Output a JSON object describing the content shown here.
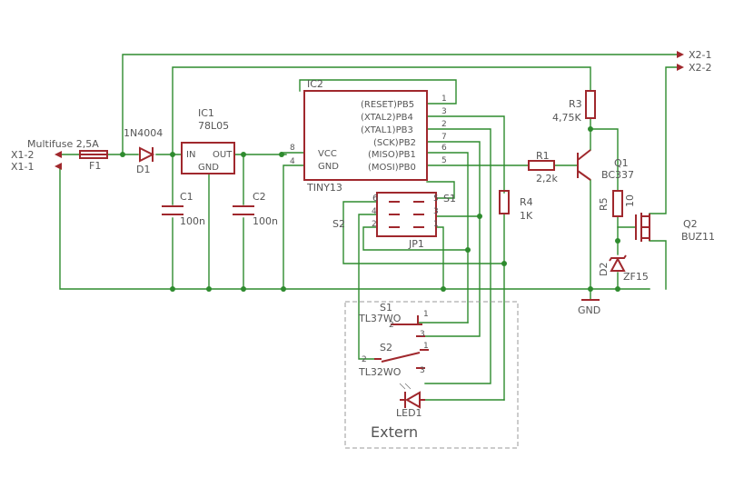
{
  "connectors": {
    "x2_1": "X2-1",
    "x2_2": "X2-2",
    "x1_2": "X1-2",
    "x1_1": "X1-1"
  },
  "fuse": {
    "value": "Multifuse 2,5A",
    "name": "F1"
  },
  "diode": {
    "value": "1N4004",
    "name": "D1"
  },
  "regulator": {
    "name": "IC1",
    "value": "78L05",
    "pin_in": "IN",
    "pin_out": "OUT",
    "pin_gnd": "GND"
  },
  "c1": {
    "name": "C1",
    "value": "100n"
  },
  "c2": {
    "name": "C2",
    "value": "100n"
  },
  "mcu": {
    "name": "IC2",
    "value": "TINY13",
    "pin_vcc": "VCC",
    "pin_gnd": "GND",
    "pin_vcc_num": "8",
    "pin_gnd_num": "4",
    "pins": [
      {
        "label": "(RESET)PB5",
        "num": "1"
      },
      {
        "label": "(XTAL2)PB4",
        "num": "3"
      },
      {
        "label": "(XTAL1)PB3",
        "num": "2"
      },
      {
        "label": "(SCK)PB2",
        "num": "7"
      },
      {
        "label": "(MISO)PB1",
        "num": "6"
      },
      {
        "label": "(MOSI)PB0",
        "num": "5"
      }
    ]
  },
  "jumper": {
    "name": "JP1",
    "pins_left": [
      "6",
      "4",
      "2"
    ],
    "pins_right": [
      "5",
      "3",
      "1"
    ]
  },
  "s1_label": "S1",
  "s2_label": "S2",
  "r1": {
    "name": "R1",
    "value": "2,2k"
  },
  "r3": {
    "name": "R3",
    "value": "4,75K"
  },
  "r4": {
    "name": "R4",
    "value": "1K"
  },
  "r5": {
    "name": "R5",
    "value": "10"
  },
  "q1": {
    "name": "Q1",
    "value": "BC337"
  },
  "q2": {
    "name": "Q2",
    "value": "BUZ11"
  },
  "d2": {
    "name": "D2",
    "value": "ZF15"
  },
  "gnd_label": "GND",
  "extern": {
    "title": "Extern",
    "s1": {
      "name": "S1",
      "value": "TL37WO",
      "pin1": "1",
      "pin2": "2",
      "pin3": "3"
    },
    "s2": {
      "name": "S2",
      "value": "TL32WO",
      "pin1": "1",
      "pin2": "2",
      "pin3": "3"
    },
    "led": {
      "name": "LED1"
    }
  },
  "colors": {
    "wire": "#2e8b2e",
    "component": "#a0282d",
    "text": "#555555",
    "frame": "#999999"
  }
}
